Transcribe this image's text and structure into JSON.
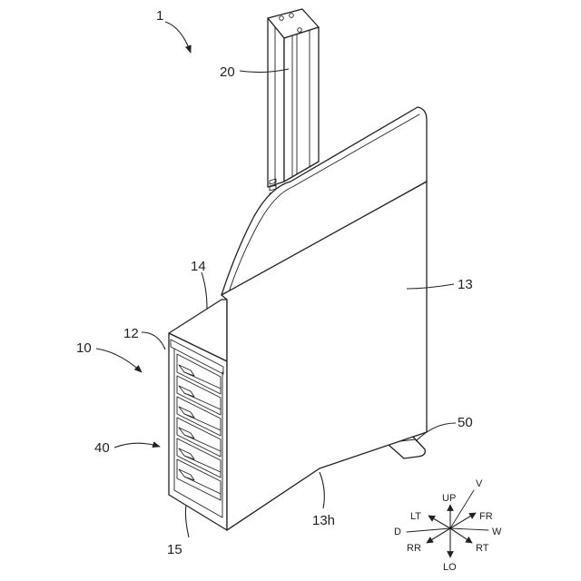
{
  "labels": {
    "l1": "1",
    "l20": "20",
    "l14": "14",
    "l12": "12",
    "l10": "10",
    "l13": "13",
    "l40": "40",
    "l50": "50",
    "l13h": "13h",
    "l15": "15"
  },
  "compass": {
    "up": "UP",
    "lo": "LO",
    "v": "V",
    "lt": "LT",
    "fr": "FR",
    "d": "D",
    "w": "W",
    "rr": "RR",
    "rt": "RT"
  }
}
